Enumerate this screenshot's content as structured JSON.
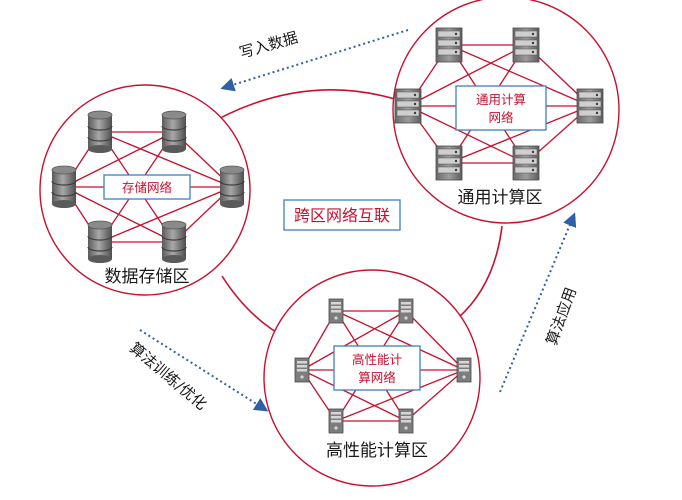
{
  "zones": {
    "storage": {
      "title": "数据存储区",
      "network": "存储网络"
    },
    "general": {
      "title": "通用计算区",
      "network_line1": "通用计算",
      "network_line2": "网络"
    },
    "hpc": {
      "title": "高性能计算区",
      "network_line1": "高性能计",
      "network_line2": "算网络"
    }
  },
  "interconnect": {
    "label": "跨区网络互联"
  },
  "flows": {
    "write_data": "写入数据",
    "algo_train": "算法训练/优化",
    "algo_apply": "算法应用"
  },
  "colors": {
    "network_red": "#c8102e",
    "label_box_border": "#3d7fc1",
    "flow_arrow_blue": "#2f5fa7",
    "device_gray": "#7a7a7a"
  }
}
